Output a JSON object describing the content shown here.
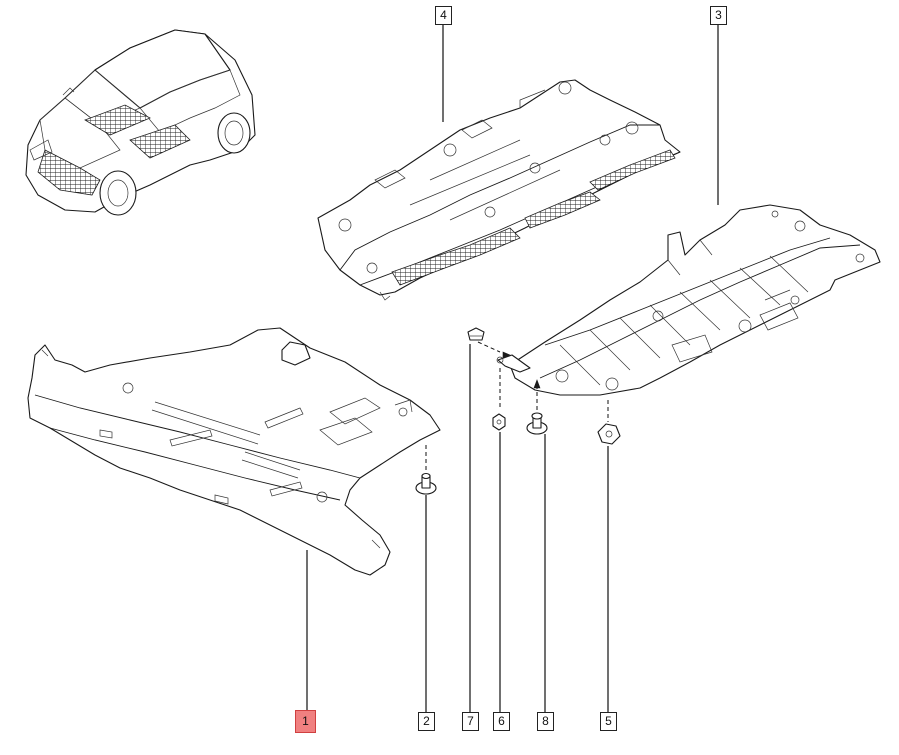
{
  "callouts": {
    "c1": "1",
    "c2": "2",
    "c3": "3",
    "c4": "4",
    "c5": "5",
    "c6": "6",
    "c7": "7",
    "c8": "8"
  },
  "selected_callout": "1",
  "colors": {
    "selected_highlight": "#f08080",
    "line": "#1a1a1a",
    "background": "#ffffff"
  }
}
